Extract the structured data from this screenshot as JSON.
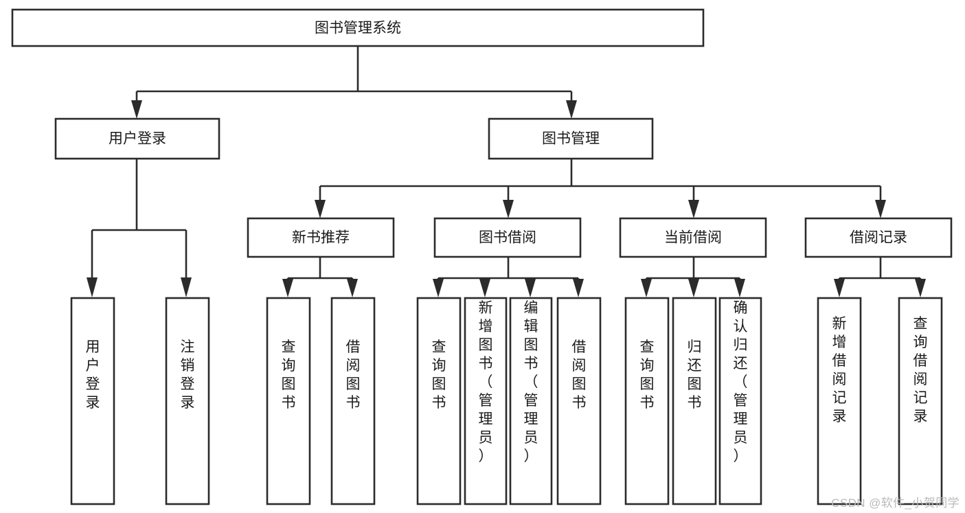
{
  "diagram": {
    "type": "tree-hierarchy",
    "title": "图书管理系统",
    "watermark": "CSDN @软件_小贺同学",
    "colors": {
      "stroke": "#2b2b2b",
      "fill": "#ffffff",
      "text": "#1a1a1a",
      "background": "#ffffff",
      "watermark": "#b9b9b9"
    },
    "levels": [
      {
        "level": 0,
        "nodes": [
          {
            "id": "root",
            "label": "图书管理系统",
            "orientation": "horizontal"
          }
        ]
      },
      {
        "level": 1,
        "nodes": [
          {
            "id": "user-login",
            "label": "用户登录",
            "orientation": "horizontal",
            "parent": "root"
          },
          {
            "id": "book-manage",
            "label": "图书管理",
            "orientation": "horizontal",
            "parent": "root"
          }
        ]
      },
      {
        "level": 2,
        "nodes": [
          {
            "id": "new-book-rec",
            "label": "新书推荐",
            "orientation": "horizontal",
            "parent": "book-manage"
          },
          {
            "id": "book-borrow",
            "label": "图书借阅",
            "orientation": "horizontal",
            "parent": "book-manage"
          },
          {
            "id": "current-borrow",
            "label": "当前借阅",
            "orientation": "horizontal",
            "parent": "book-manage"
          },
          {
            "id": "borrow-record",
            "label": "借阅记录",
            "orientation": "horizontal",
            "parent": "book-manage"
          }
        ]
      },
      {
        "level": 3,
        "nodes": [
          {
            "id": "leaf-user-login",
            "label": "用户登录",
            "orientation": "vertical",
            "parent": "user-login"
          },
          {
            "id": "leaf-logout",
            "label": "注销登录",
            "orientation": "vertical",
            "parent": "user-login"
          },
          {
            "id": "leaf-query-book-1",
            "label": "查询图书",
            "orientation": "vertical",
            "parent": "new-book-rec"
          },
          {
            "id": "leaf-borrow-book-1",
            "label": "借阅图书",
            "orientation": "vertical",
            "parent": "new-book-rec"
          },
          {
            "id": "leaf-query-book-2",
            "label": "查询图书",
            "orientation": "vertical",
            "parent": "book-borrow"
          },
          {
            "id": "leaf-add-book",
            "label": "新增图书（管理员）",
            "orientation": "vertical",
            "parent": "book-borrow"
          },
          {
            "id": "leaf-edit-book",
            "label": "编辑图书（管理员）",
            "orientation": "vertical",
            "parent": "book-borrow"
          },
          {
            "id": "leaf-borrow-book-2",
            "label": "借阅图书",
            "orientation": "vertical",
            "parent": "book-borrow"
          },
          {
            "id": "leaf-query-book-3",
            "label": "查询图书",
            "orientation": "vertical",
            "parent": "current-borrow"
          },
          {
            "id": "leaf-return-book",
            "label": "归还图书",
            "orientation": "vertical",
            "parent": "current-borrow"
          },
          {
            "id": "leaf-confirm-return",
            "label": "确认归还（管理员）",
            "orientation": "vertical",
            "parent": "current-borrow"
          },
          {
            "id": "leaf-add-record",
            "label": "新增借阅记录",
            "orientation": "vertical",
            "parent": "borrow-record"
          },
          {
            "id": "leaf-query-record",
            "label": "查询借阅记录",
            "orientation": "vertical",
            "parent": "borrow-record"
          }
        ]
      }
    ]
  }
}
